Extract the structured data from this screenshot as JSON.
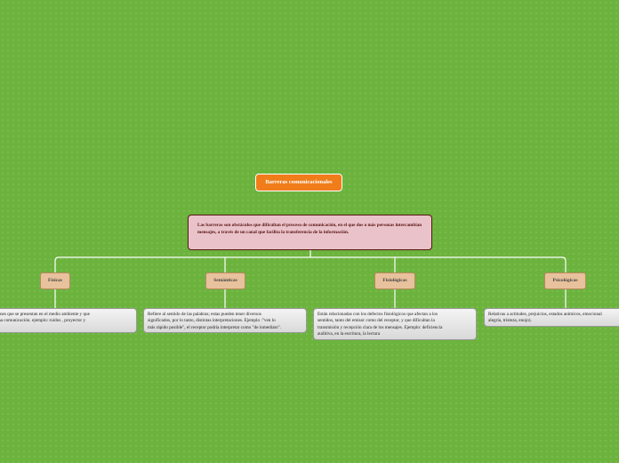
{
  "root": {
    "label": "Barreras comunicacionales"
  },
  "definition": {
    "text": "Las barreras son obstáculos que dificultan el proceso de comunicación, en el que dos o más personas intercambian mensajes, a través de un canal que facilita la transferencia de la información."
  },
  "categories": [
    {
      "label": "Físicas",
      "description": "ndiciones que se presentan en el medio ambiente y que\na buena comunicación. ejemplo: ruidos , proyector  y"
    },
    {
      "label": "Semánticas",
      "description": "Refiere al sentido de las palabras; estas pueden tener diversos\nsignificados, por lo tanto, distintas interpretaciones. Ejemplo :\"ven lo\nmás rápido posible\", el receptor podría interpretar como \"de inmediato\"."
    },
    {
      "label": "Fisiológicas",
      "description": "Están relacionadas con los defectos fisiológicos que afectan a los\nsentidos, tanto del emisor como del receptor, y que dificultan la\ntransmisión y recepción clara de los mensajes. Ejemplo: deficiencia\nauditiva,  en la escritura, la lectura"
    },
    {
      "label": "Psicológicas",
      "description": "Relativas a actitudes, prejuicios, estados anímicos, emocional\nalegría, tristeza, enojo)."
    }
  ],
  "colors": {
    "background": "#6cb33e",
    "root_fill": "#f07d1a",
    "definition_fill": "#e9c3c9",
    "category_fill": "#e8c19d",
    "connector": "#ffffff"
  }
}
